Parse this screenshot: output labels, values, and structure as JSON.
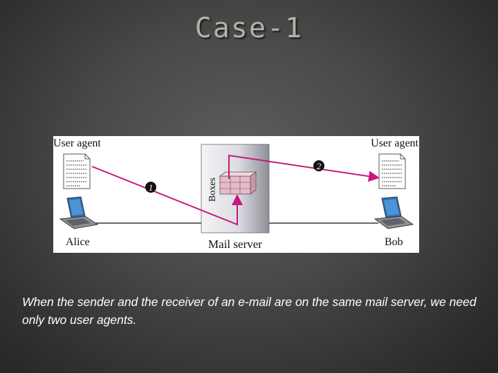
{
  "title": "Case-1",
  "diagram": {
    "left_agent_label": "User agent",
    "right_agent_label": "User agent",
    "left_user": "Alice",
    "right_user": "Bob",
    "server_label": "Mail server",
    "boxes_label": "Boxes",
    "step1": "1",
    "step2": "2",
    "arrow_color": "#c8177a"
  },
  "caption": "When the sender and the receiver of an e-mail are on the same mail server, we need only two user agents."
}
